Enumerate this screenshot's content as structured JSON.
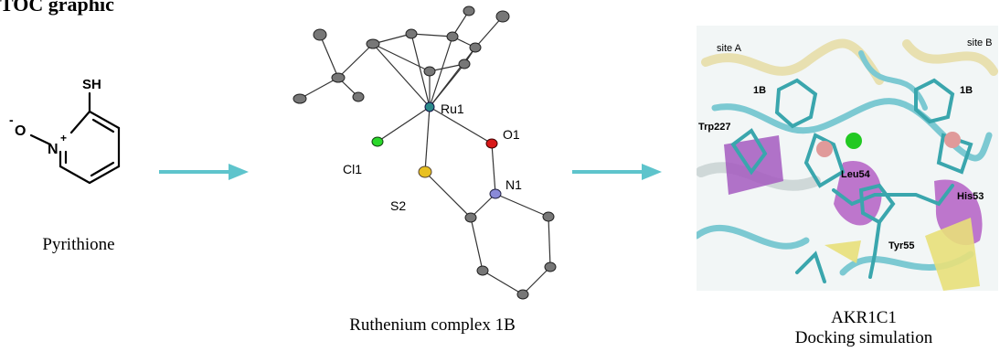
{
  "heading": "TOC graphic",
  "pyrithione": {
    "caption": "Pyrithione",
    "atoms": {
      "sh": "SH",
      "o_minus_sign": "-",
      "o": "O",
      "n_plus": "N",
      "plus_sign": "+"
    }
  },
  "complex": {
    "caption": "Ruthenium complex 1B",
    "atoms": {
      "ru1": "Ru1",
      "o1": "O1",
      "n1": "N1",
      "s2": "S2",
      "cl1": "Cl1"
    }
  },
  "docking": {
    "caption_line1": "AKR1C1",
    "caption_line2": "Docking simulation",
    "labels": {
      "site_a": "site A",
      "site_b": "site B",
      "ligand_a": "1B",
      "ligand_b": "1B",
      "trp227": "Trp227",
      "leu54": "Leu54",
      "his53": "His53",
      "tyr55": "Tyr55"
    }
  },
  "colors": {
    "arrow": "#5ec4cc",
    "ribbon_teal": "#7cc9d2",
    "helix_purple": "#b45fc4",
    "sheet_yellow": "#e8e07a",
    "stick_teal": "#3aa6ad",
    "ru_pink": "#e09a9a",
    "chlorine_green": "#22c922"
  }
}
